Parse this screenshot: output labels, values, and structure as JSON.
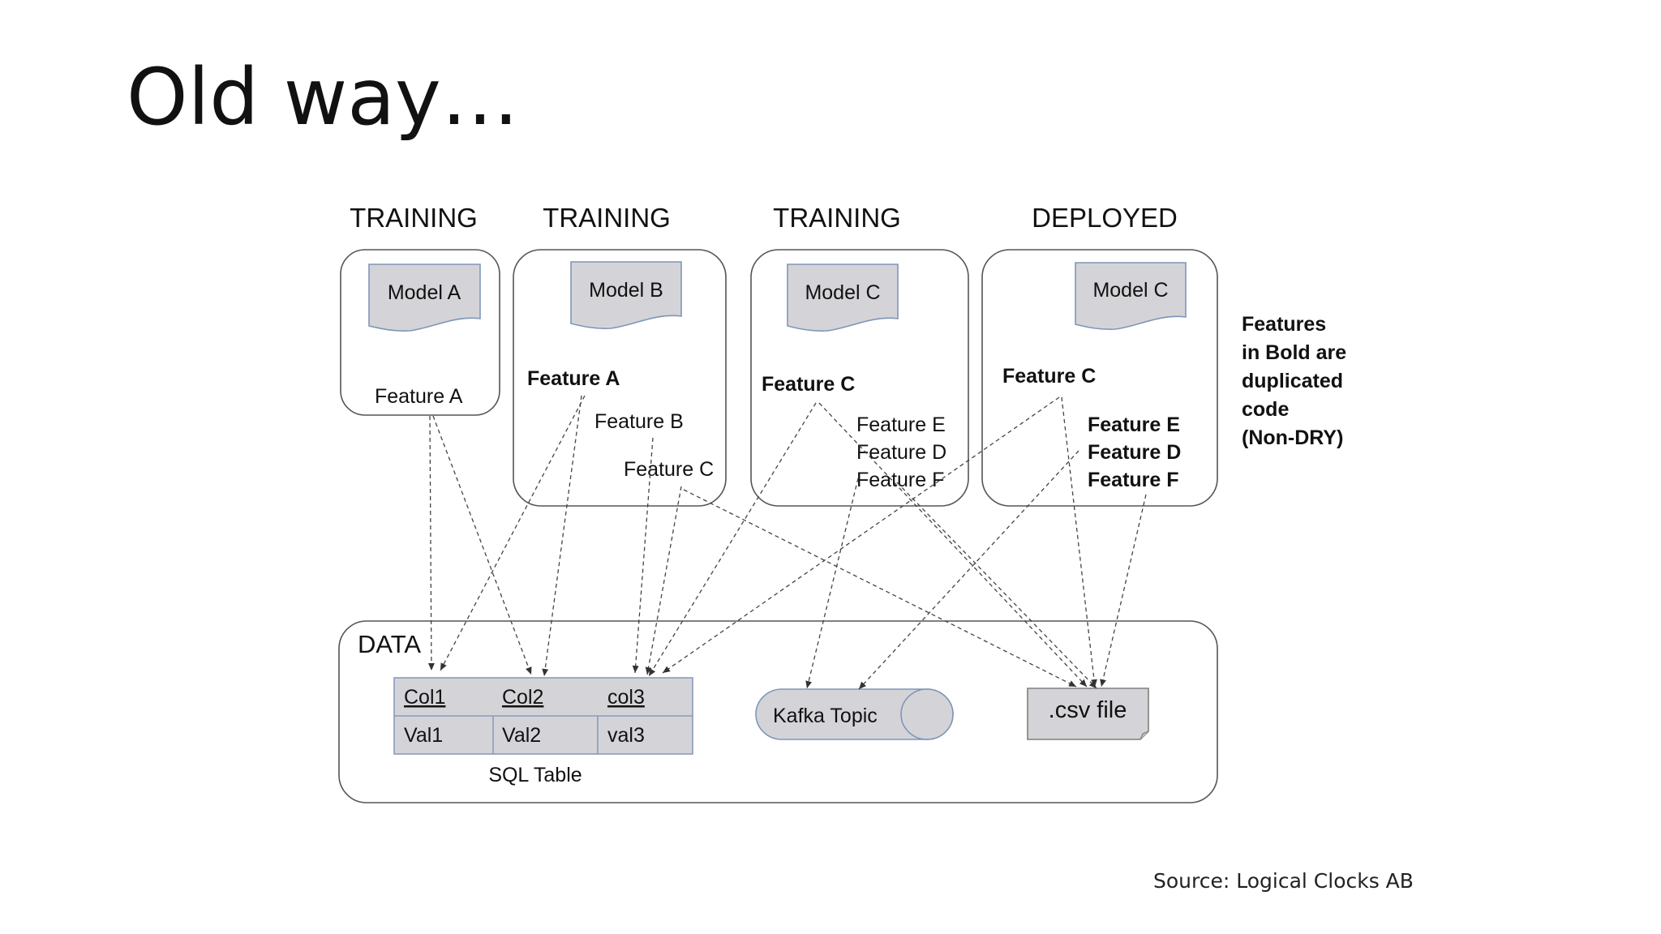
{
  "title": "Old way…",
  "source": "Source: Logical Clocks AB",
  "columns": [
    {
      "header": "TRAINING",
      "model": "Model A",
      "features": [
        "Feature A"
      ]
    },
    {
      "header": "TRAINING",
      "model": "Model B",
      "features": [
        "Feature A",
        "Feature B",
        "Feature C"
      ]
    },
    {
      "header": "TRAINING",
      "model": "Model C",
      "features": [
        "Feature C",
        "Feature E",
        "Feature D",
        "Feature F"
      ]
    },
    {
      "header": "DEPLOYED",
      "model": "Model C",
      "features": [
        "Feature C",
        "Feature E",
        "Feature D",
        "Feature F"
      ]
    }
  ],
  "note": [
    "Features",
    "in Bold are",
    "duplicated",
    "code",
    "(Non-DRY)"
  ],
  "data": {
    "label": "DATA",
    "sql_table": {
      "headers": [
        "Col1",
        "Col2",
        "col3"
      ],
      "values": [
        "Val1",
        "Val2",
        "val3"
      ],
      "caption": "SQL Table"
    },
    "kafka": "Kafka Topic",
    "csv": ".csv file"
  }
}
